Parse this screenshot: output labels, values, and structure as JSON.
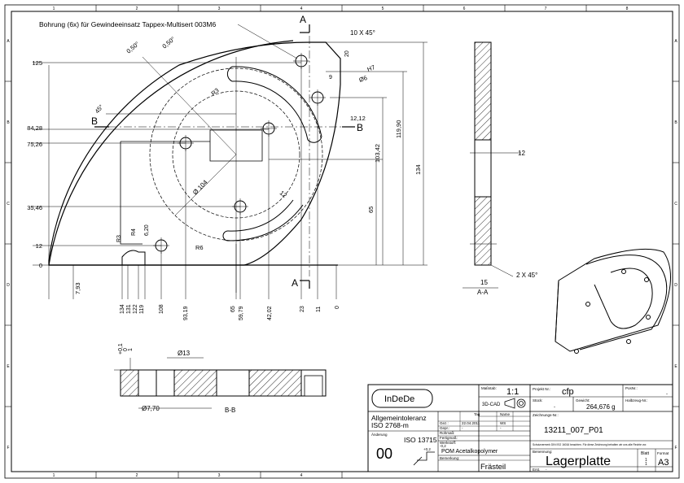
{
  "border": {
    "columns": [
      "1",
      "2",
      "3",
      "4",
      "5",
      "6",
      "7",
      "8"
    ],
    "rows": [
      "A",
      "B",
      "C",
      "D",
      "E",
      "F"
    ]
  },
  "drawing": {
    "note_bore": "Bohrung (6x) für Gewindeeinsatz Tappex-Multisert 003M6",
    "section_a": "A",
    "section_b": "B",
    "chamfer_top": "10 X 45°",
    "chamfer_section": "2 X 45°",
    "angle_45": "45°",
    "angle_050_a": "0,50°",
    "angle_050_b": "0,50°",
    "r3_top": "R3",
    "r3_bottom": "R3",
    "r4": "R4",
    "r6": "R6",
    "dim_12_arc": "12",
    "dia_104": "Ø 104",
    "dia_6": "Ø6",
    "h7": "H7",
    "d_9": "9",
    "d_20": "20",
    "d_1212": "12,12",
    "d_620": "6,20",
    "left_dims": [
      "125",
      "84,28",
      "75,26",
      "35,46",
      "12",
      "0"
    ],
    "d_793": "7,93",
    "right_dims": [
      "134",
      "119,90",
      "103,42",
      "65"
    ],
    "bottom_dims": [
      "134",
      "131",
      "122",
      "119",
      "108",
      "93,19",
      "65",
      "59,79",
      "42,02",
      "23",
      "11",
      "0"
    ],
    "section_aa_label": "A-A",
    "section_aa_thk": "12",
    "section_aa_w": "15",
    "bb_label": "B-B",
    "bb_dia13": "Ø13",
    "bb_dia770": "Ø7,70",
    "bb_tol_plus": "+0,1",
    "bb_tol_zero": "0",
    "bb_depth": "1"
  },
  "title_block": {
    "logo": "InDeDe",
    "massstab_label": "Maßstab:",
    "massstab": "1:1",
    "cad": "3D-CAD",
    "projekt_label": "Projekt Nr.:",
    "projekt": "cfp",
    "posnr_label": "PosNr.:",
    "posnr": "-",
    "stueck_label": "Stück:",
    "stueck": "-",
    "gewicht_label": "Gewicht:",
    "gewicht": "264,676 g",
    "halbzeug_label": "Halbzeug-Nr.:",
    "tol_label": "Allgemeintoleranz",
    "tol_norm": "ISO 2768-m",
    "tag_label": "Tag",
    "name_label": "Name",
    "gez_label": "Gez.:",
    "gez_date": "22.04.2011",
    "gez_name": "WS",
    "gepr_label": "Gepr.:",
    "gepr_date": "-",
    "gepr_name": "-",
    "zeichnung_label": "Zeichnungs-Nr.:",
    "zeichnung": "13211_007_P01",
    "rohmass_label": "Rohmaß:",
    "fertigmass_label": "Fertigmaß:",
    "schutz": "Schutzvermerk DIN ISO 16016 beachten. Für diese Zeichnung behalten wir uns alle Rechte vor.",
    "aenderung_label": "Änderung",
    "aenderung": "00",
    "iso": "ISO 13715",
    "werkstoff_label": "Werkstoff:",
    "werkstoff": "POM Acetalkopolymer",
    "benennung_label": "Benennung:",
    "benennung": "Lagerplatte",
    "bemerkung_label": "Bemerkung:",
    "bemerkung": "Frästeil",
    "blatt_label": "Blatt",
    "blatt": "1",
    "blatt_von": "1",
    "format_label": "Format",
    "format": "A3",
    "ersatz_label": "Erst.",
    "ersatz": "-",
    "edge_a": "+0,2",
    "edge_b": "-0,2"
  }
}
